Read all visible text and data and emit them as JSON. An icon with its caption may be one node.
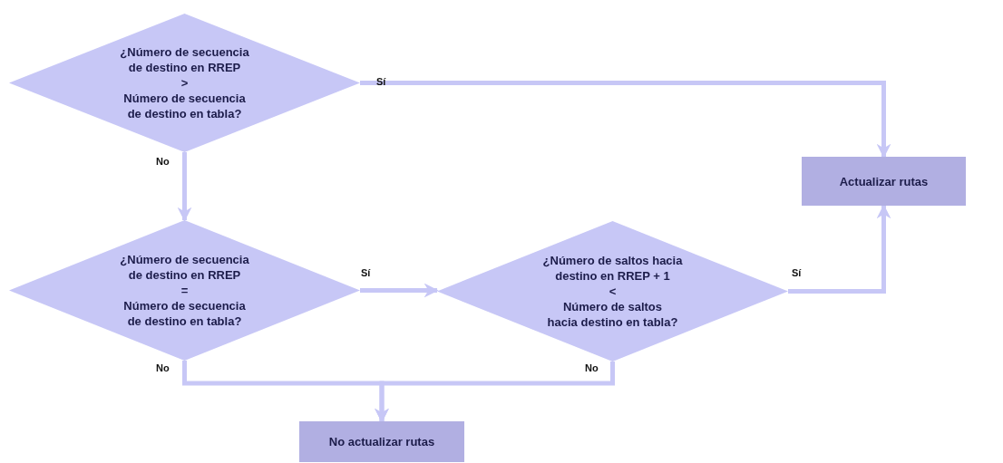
{
  "diagram": {
    "nodes": [
      {
        "text": [
          "¿Número de secuencia de destino en RREP",
          ">",
          "Número de secuencia de destino en tabla?"
        ]
      },
      {
        "text": [
          "Actualizar rutas"
        ]
      },
      {
        "text": [
          "¿Número de secuencia de destino en RREP",
          "=",
          "Número de secuencia de destino en tabla?"
        ]
      },
      {
        "text": [
          "¿Número de saltos hacia destino en RREP + 1",
          "<",
          "Número de saltos hacia destino en tabla?"
        ]
      },
      {
        "text": [
          "No actualizar rutas"
        ]
      }
    ],
    "edges": [
      {
        "from": 0,
        "to": 1,
        "arrow": "to",
        "label": "Sí"
      },
      {
        "from": 0,
        "to": 2,
        "arrow": "to",
        "label": "No"
      },
      {
        "from": 2,
        "to": 3,
        "arrow": "to",
        "label": "Sí"
      },
      {
        "from": 3,
        "to": 1,
        "arrow": "to",
        "label": "Sí"
      },
      {
        "from": 2,
        "to": 4,
        "arrow": "to",
        "label": "No"
      },
      {
        "from": 3,
        "to": 4,
        "arrow": "to",
        "label": "No"
      }
    ]
  }
}
